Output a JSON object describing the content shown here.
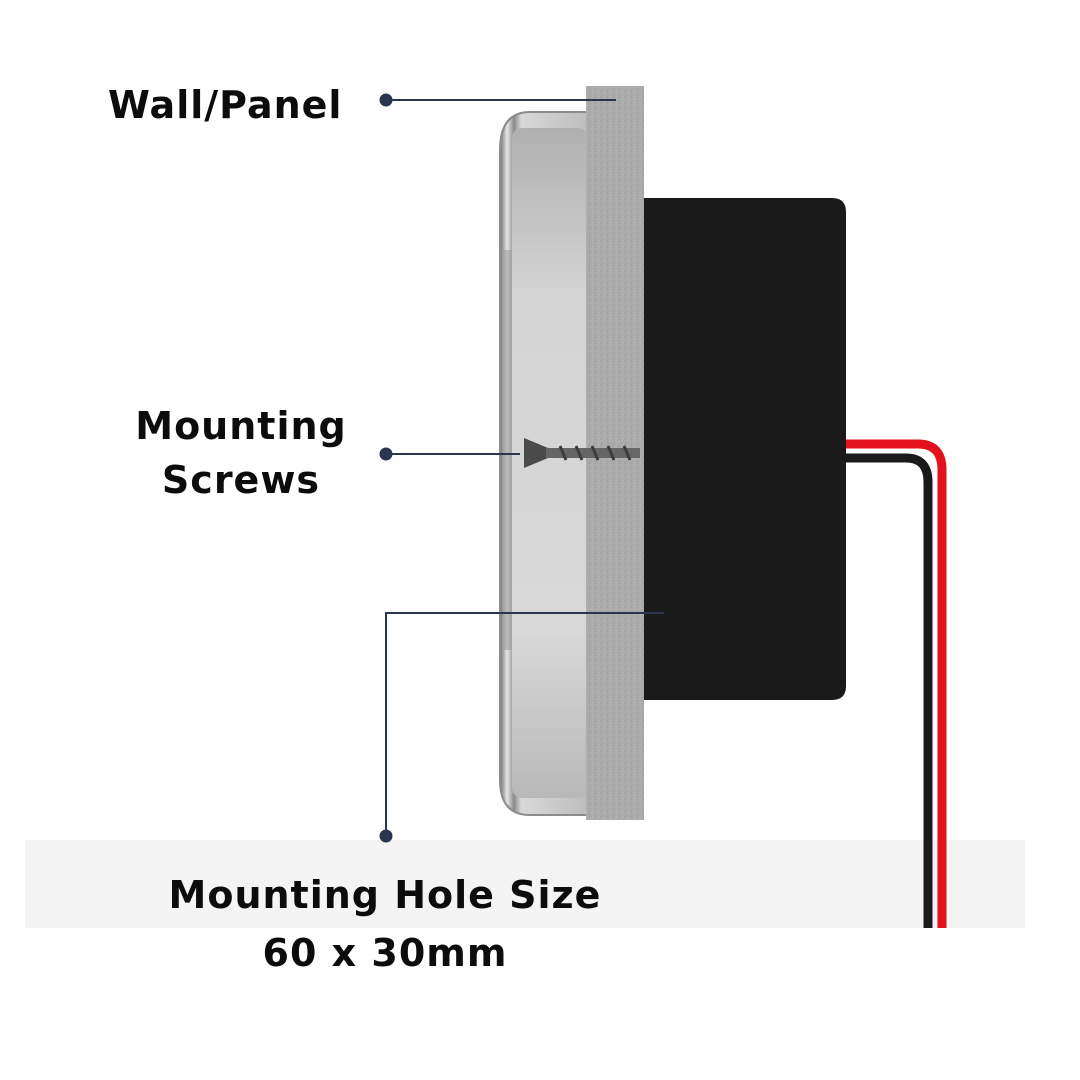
{
  "labels": {
    "wall_panel": "Wall/Panel",
    "screws_line1": "Mounting",
    "screws_line2": "Screws",
    "hole_line1": "Mounting Hole Size",
    "hole_line2": "60 x 30mm"
  },
  "colors": {
    "callout_line": "#2b3550",
    "panel": "#a9a9a9",
    "housing": "#1a1a1a",
    "chrome_bezel": "#c8c8c8",
    "wire_red": "#e3101d",
    "wire_black": "#1a1a1a",
    "text": "#0c0c0c"
  },
  "icons": [
    "screw-icon"
  ]
}
